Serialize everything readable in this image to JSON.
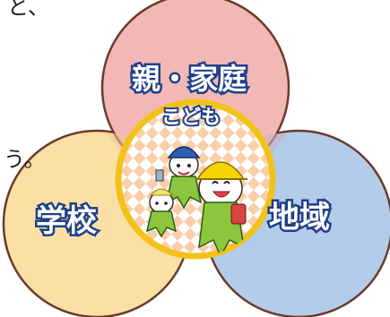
{
  "text_fragments": {
    "top": "と、",
    "middle": "う。"
  },
  "circles": {
    "parents": {
      "label": "親・家庭",
      "color": "#f2b8b6"
    },
    "school": {
      "label": "学校",
      "color": "#fbe0a6"
    },
    "region": {
      "label": "地域",
      "color": "#b2cce9"
    },
    "children": {
      "label": "こども",
      "ring_color": "#f3c21a",
      "pattern_colors": [
        "#f8cfa8",
        "#ffffff"
      ]
    }
  },
  "colors": {
    "outline": "#6b3a2a",
    "label_outline": "#1f3f8a"
  },
  "characters": [
    "mascot-character-hat",
    "mascot-character-yellow-hat",
    "mascot-character-small"
  ]
}
